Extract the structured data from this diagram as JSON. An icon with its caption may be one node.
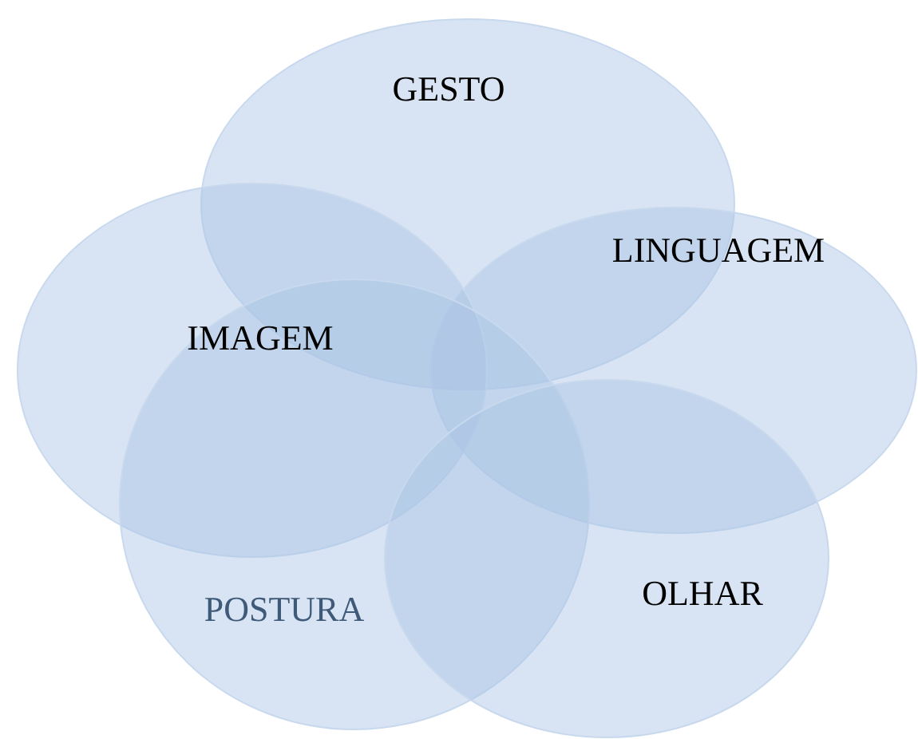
{
  "diagram": {
    "nodes": [
      {
        "text": [
          "GESTO"
        ]
      },
      {
        "text": [
          "LINGUAGEM"
        ]
      },
      {
        "text": [
          "IMAGEM"
        ]
      },
      {
        "text": [
          "POSTURA"
        ]
      },
      {
        "text": [
          "OLHAR"
        ]
      }
    ]
  }
}
